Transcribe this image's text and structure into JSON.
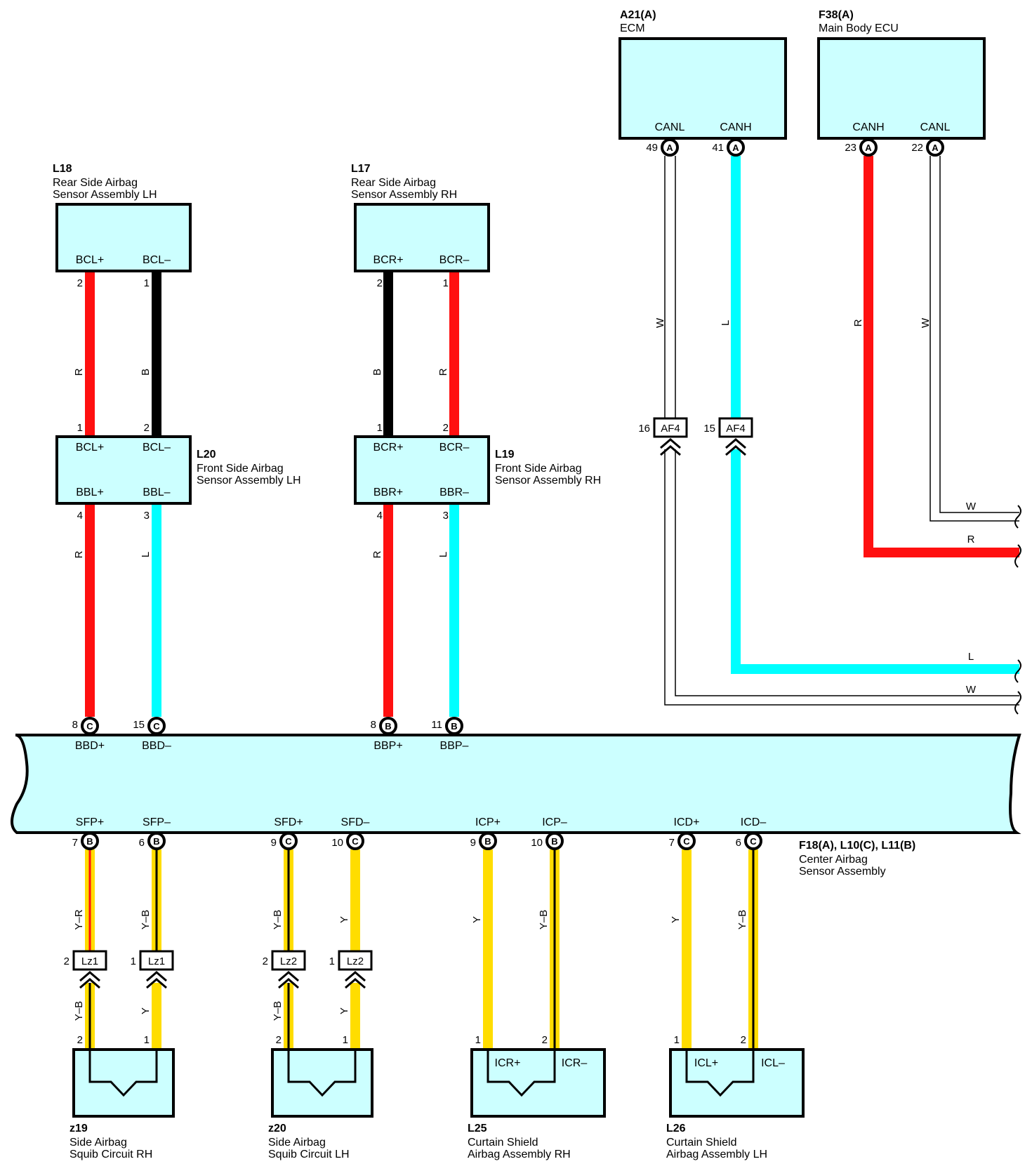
{
  "colors": {
    "R": "#ff1010",
    "B": "#000000",
    "L": "#00ffff",
    "W": "#ffffff",
    "Y": "#ffdd00",
    "box_fill": "#ccffff"
  },
  "components": {
    "a21": {
      "code": "A21(A)",
      "name": [
        "ECM"
      ],
      "pins": [
        "CANL",
        "CANH"
      ]
    },
    "f38": {
      "code": "F38(A)",
      "name": [
        "Main Body ECU"
      ],
      "pins": [
        "CANH",
        "CANL"
      ]
    },
    "l18": {
      "code": "L18",
      "name": [
        "Rear Side Airbag",
        "Sensor Assembly LH"
      ],
      "pins": [
        "BCL+",
        "BCL–"
      ]
    },
    "l17": {
      "code": "L17",
      "name": [
        "Rear Side Airbag",
        "Sensor Assembly RH"
      ],
      "pins": [
        "BCR+",
        "BCR–"
      ]
    },
    "l20": {
      "code": "L20",
      "name": [
        "Front Side Airbag",
        "Sensor Assembly LH"
      ],
      "pins": [
        "BCL+",
        "BCL–",
        "BBL+",
        "BBL–"
      ]
    },
    "l19": {
      "code": "L19",
      "name": [
        "Front Side Airbag",
        "Sensor Assembly RH"
      ],
      "pins": [
        "BCR+",
        "BCR–",
        "BBR+",
        "BBR–"
      ]
    },
    "center": {
      "code": "F18(A), L10(C), L11(B)",
      "name": [
        "Center Airbag",
        "Sensor Assembly"
      ],
      "top_pins": [
        "BBD+",
        "BBD–",
        "BBP+",
        "BBP–"
      ],
      "bottom_pins": [
        "SFP+",
        "SFP–",
        "SFD+",
        "SFD–",
        "ICP+",
        "ICP–",
        "ICD+",
        "ICD–"
      ]
    },
    "z19": {
      "code": "z19",
      "name": [
        "Side Airbag",
        "Squib Circuit RH"
      ]
    },
    "z20": {
      "code": "z20",
      "name": [
        "Side Airbag",
        "Squib Circuit LH"
      ]
    },
    "l25": {
      "code": "L25",
      "name": [
        "Curtain Shield",
        "Airbag Assembly RH"
      ],
      "pins": [
        "ICR+",
        "ICR–"
      ]
    },
    "l26": {
      "code": "L26",
      "name": [
        "Curtain Shield",
        "Airbag Assembly LH"
      ],
      "pins": [
        "ICL+",
        "ICL–"
      ]
    }
  },
  "connector_letters": {
    "a21_canl": "A",
    "a21_canh": "A",
    "f38_canh": "A",
    "f38_canl": "A",
    "bbd_p": "C",
    "bbd_m": "C",
    "bbp_p": "B",
    "bbp_m": "B",
    "sfp_p": "B",
    "sfp_m": "B",
    "sfd_p": "C",
    "sfd_m": "C",
    "icp_p": "B",
    "icp_m": "B",
    "icd_p": "C",
    "icd_m": "C"
  },
  "pin_numbers": {
    "a21_canl": "49",
    "a21_canh": "41",
    "f38_canh": "23",
    "f38_canl": "22",
    "l18_top": [
      "2",
      "1"
    ],
    "l17_top": [
      "2",
      "1"
    ],
    "l20_top": [
      "1",
      "2"
    ],
    "l19_top": [
      "1",
      "2"
    ],
    "l20_bot": [
      "4",
      "3"
    ],
    "l19_bot": [
      "4",
      "3"
    ],
    "center_top": [
      "8",
      "15",
      "8",
      "11"
    ],
    "center_bot": [
      "7",
      "6",
      "9",
      "10",
      "9",
      "10",
      "7",
      "6"
    ],
    "jc_upper": [
      "2",
      "1",
      "2",
      "1"
    ],
    "squib_bot": [
      "2",
      "1",
      "2",
      "1",
      "1",
      "2",
      "1",
      "2"
    ],
    "af4": [
      "16",
      "15"
    ]
  },
  "junction_connectors": {
    "af4": "AF4",
    "lz1": "Lz1",
    "lz2": "Lz2"
  },
  "wire_colors": {
    "a21_canl": "W",
    "a21_canh": "L",
    "f38_canh": "R",
    "f38_canl": "W",
    "out_w_top": "W",
    "out_r": "R",
    "out_l": "L",
    "out_w_bot": "W",
    "l18_1": "R",
    "l18_2": "B",
    "l17_1": "B",
    "l17_2": "R",
    "l20_1": "R",
    "l20_2": "L",
    "l19_1": "R",
    "l19_2": "L",
    "sfp_p_up": "Y–R",
    "sfp_m_up": "Y–B",
    "sfd_p_up": "Y–B",
    "sfd_m_up": "Y",
    "icp_p": "Y",
    "icp_m": "Y–B",
    "icd_p": "Y",
    "icd_m": "Y–B",
    "sfp_p_dn": "Y–B",
    "sfp_m_dn": "Y",
    "sfd_p_dn": "Y–B",
    "sfd_m_dn": "Y"
  }
}
